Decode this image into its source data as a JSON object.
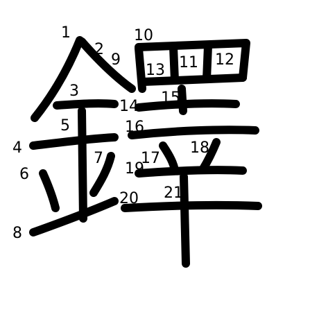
{
  "character": "鐸",
  "stroke_color": "#000000",
  "background_color": "#ffffff",
  "stroke_count": 21,
  "stroke_numbers": [
    "1",
    "2",
    "3",
    "4",
    "5",
    "6",
    "7",
    "8",
    "9",
    "10",
    "11",
    "12",
    "13",
    "14",
    "15",
    "16",
    "17",
    "18",
    "19",
    "20",
    "21"
  ]
}
